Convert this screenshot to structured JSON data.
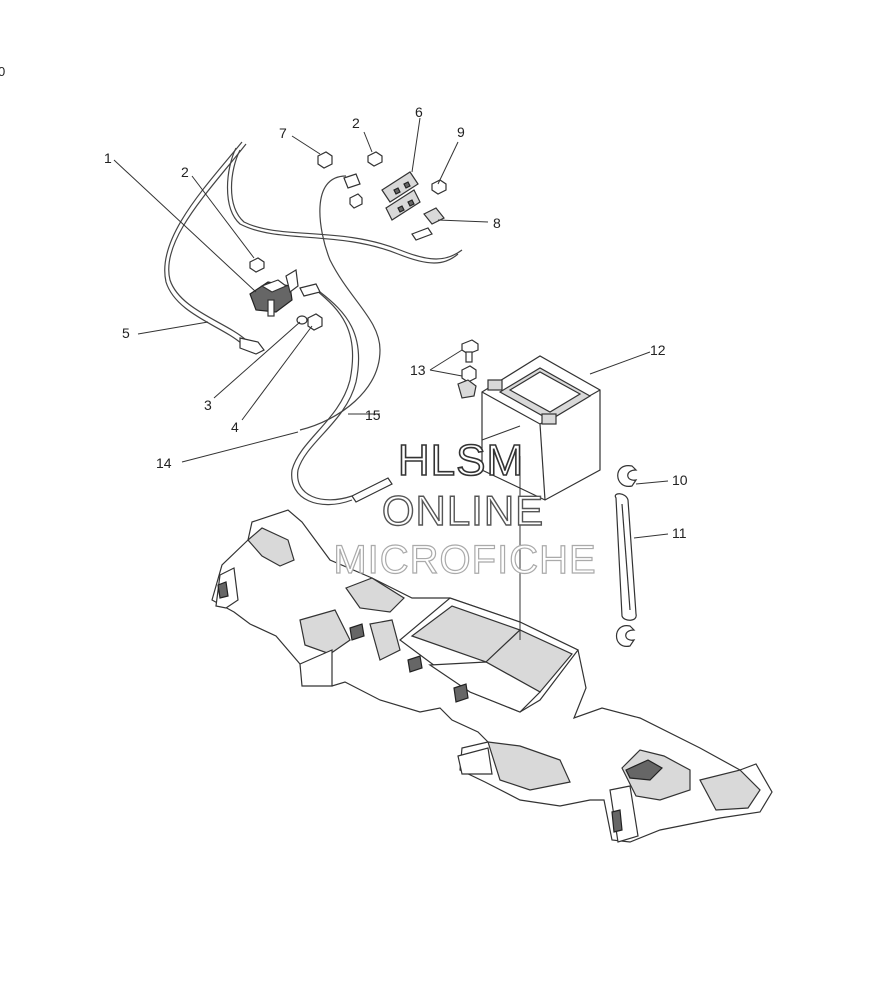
{
  "corner_mark": "0",
  "watermark": {
    "line1": "HLSM",
    "line2": "ONLINE",
    "line3": "MICROFICHE"
  },
  "callouts": [
    {
      "id": "c1",
      "label": "1"
    },
    {
      "id": "c2a",
      "label": "2"
    },
    {
      "id": "c2b",
      "label": "2"
    },
    {
      "id": "c3",
      "label": "3"
    },
    {
      "id": "c4",
      "label": "4"
    },
    {
      "id": "c5",
      "label": "5"
    },
    {
      "id": "c6",
      "label": "6"
    },
    {
      "id": "c7",
      "label": "7"
    },
    {
      "id": "c8",
      "label": "8"
    },
    {
      "id": "c9",
      "label": "9"
    },
    {
      "id": "c10",
      "label": "10"
    },
    {
      "id": "c11",
      "label": "11"
    },
    {
      "id": "c12",
      "label": "12"
    },
    {
      "id": "c13",
      "label": "13"
    },
    {
      "id": "c14",
      "label": "14"
    },
    {
      "id": "c15",
      "label": "15"
    }
  ]
}
